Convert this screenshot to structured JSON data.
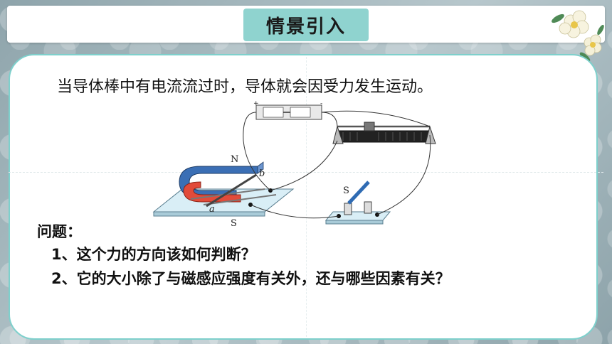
{
  "title": "情景引入",
  "intro_text": "当导体棒中有电流流过时，导体就会因受力发生运动。",
  "diagram": {
    "label_n": "N",
    "label_s_magnet": "S",
    "label_a": "a",
    "label_b": "b",
    "label_switch": "S",
    "label_plus": "+",
    "label_minus": "-"
  },
  "questions": {
    "label": "问题：",
    "items": [
      "1、这个力的方向该如何判断？",
      "2、它的大小除了与磁感应强度有关外，还与哪些因素有关？"
    ]
  },
  "colors": {
    "accent": "#8fd3cf",
    "border": "#7ed0cc",
    "magnet_red": "#e24b3a",
    "magnet_blue": "#3b6fb5"
  }
}
